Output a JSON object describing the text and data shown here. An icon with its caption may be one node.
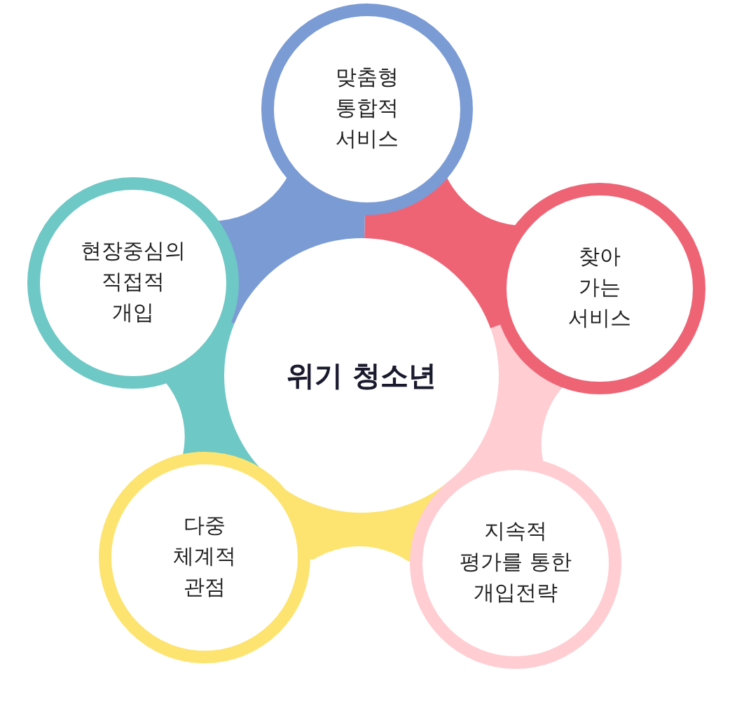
{
  "diagram": {
    "nodes": [
      {
        "text": [
          "맞춤형 통합적 서비스"
        ]
      },
      {
        "text": [
          "현장중심의 직접적 개입"
        ]
      },
      {
        "text": [
          "찾아 가는 서비스"
        ]
      },
      {
        "text": [
          "위기 청소년"
        ]
      },
      {
        "text": [
          "다중 체계적 관점"
        ]
      },
      {
        "text": [
          "지속적 평가를 통한 개입전략"
        ]
      }
    ]
  }
}
